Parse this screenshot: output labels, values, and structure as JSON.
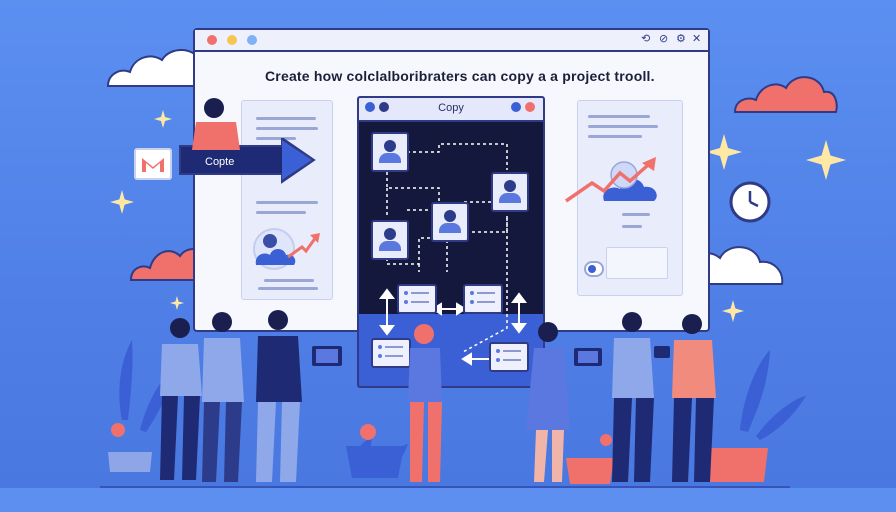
{
  "window": {
    "controls": [
      "⟲",
      "⊘",
      "✕"
    ],
    "headline": "Create how colclalboribraters can copy a a project troоll."
  },
  "panel": {
    "title": "Copy"
  },
  "copy_button": {
    "label": "Copte"
  },
  "colors": {
    "background": "#4f7fe6",
    "window_border": "#2f3b86",
    "panel_dark": "#15183d",
    "accent_coral": "#f0716c",
    "cloud_white": "#ffffff",
    "star_yellow": "#ffe8a3"
  },
  "icons": [
    "gmail-icon",
    "clock-icon",
    "sparkle-icon",
    "cloud-icon",
    "person-avatar-icon",
    "trend-arrow-icon"
  ]
}
